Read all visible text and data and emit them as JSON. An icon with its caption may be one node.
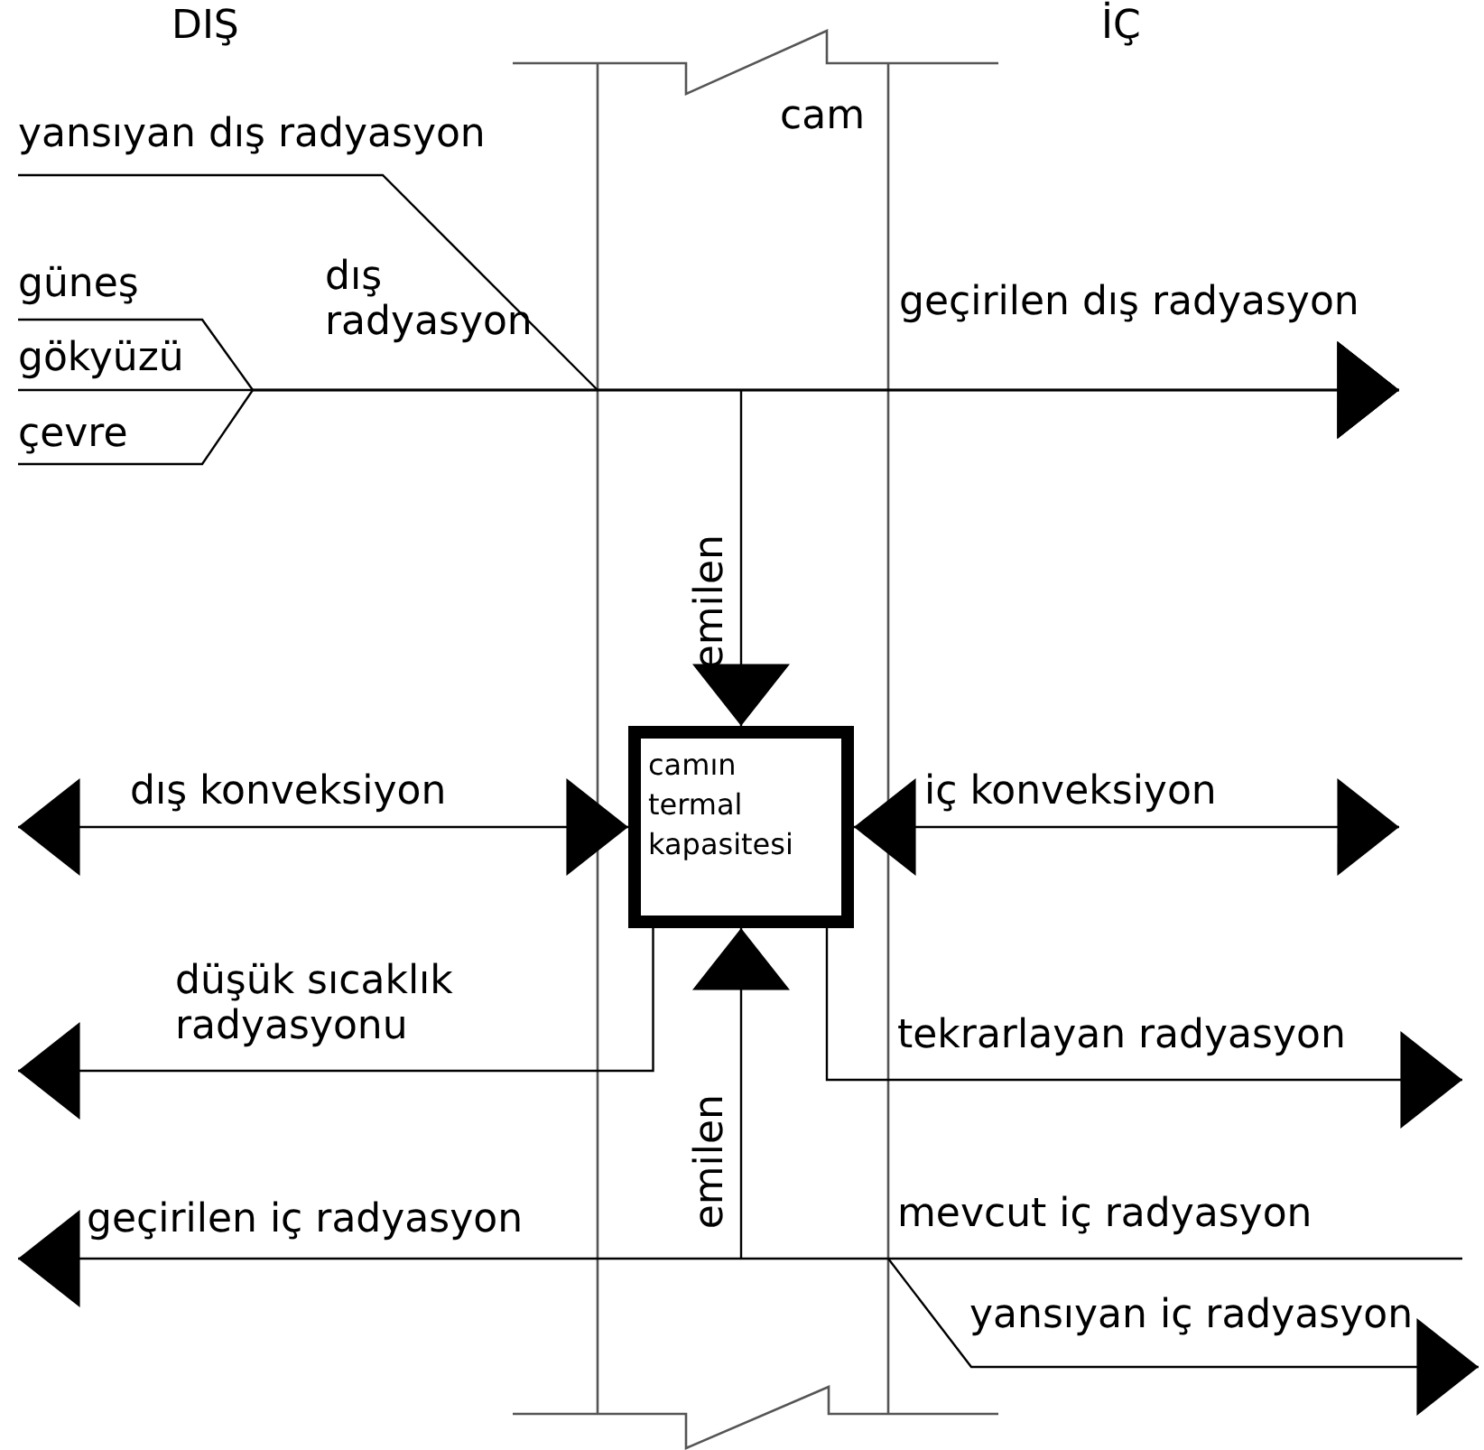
{
  "diagram": {
    "nodes": [
      {
        "text": [
          "camın termal kapasitesi"
        ]
      },
      {
        "text": [
          "yansıyan dış radyasyon"
        ]
      },
      {
        "text": [
          "güneş"
        ]
      },
      {
        "text": [
          "gökyüzü"
        ]
      },
      {
        "text": [
          "çevre"
        ]
      }
    ],
    "edges": [
      {
        "from": null,
        "to": 0,
        "arrow": "to",
        "label": "emilen"
      },
      {
        "from": 0,
        "to": null,
        "arrow": "both",
        "label": "dış konveksiyon"
      },
      {
        "from": 0,
        "to": null,
        "arrow": "both",
        "label": "iç konveksiyon"
      },
      {
        "from": null,
        "to": 0,
        "arrow": "to",
        "label": "emilen"
      },
      {
        "from": 0,
        "to": null,
        "arrow": "to",
        "label": "düşük sıcaklık radyasyonu"
      },
      {
        "from": 0,
        "to": null,
        "arrow": "to",
        "label": "tekrarlayan radyasyon"
      },
      {
        "from": 2,
        "to": null,
        "arrow": "to"
      },
      {
        "from": 3,
        "to": null,
        "arrow": "to"
      },
      {
        "from": 4,
        "to": null,
        "arrow": "to"
      },
      {
        "from": 1,
        "to": null,
        "arrow": "none"
      }
    ],
    "labels": [
      "DIŞ",
      "İÇ",
      "cam",
      "dış radyasyon",
      "geçirilen dış radyasyon",
      "geçirilen iç radyasyon",
      "mevcut iç radyasyon",
      "yansıyan iç radyasyon"
    ]
  }
}
